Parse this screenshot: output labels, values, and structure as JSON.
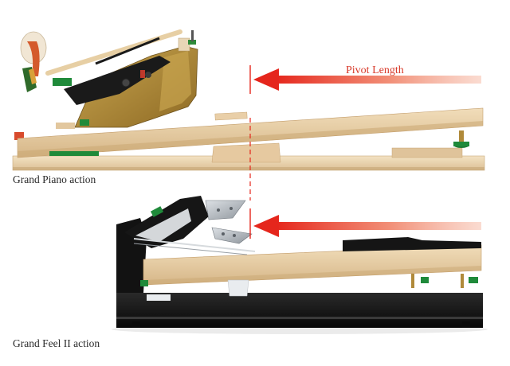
{
  "captions": {
    "grand_piano": "Grand Piano action",
    "grand_feel": "Grand Feel II action"
  },
  "arrow": {
    "label": "Pivot Length"
  },
  "colors": {
    "arrow_red": "#e5261c",
    "label_red": "#d83a2a",
    "wood_light": "#ecd7b3",
    "wood_mid": "#d9bd8f",
    "brass": "#b08a3a",
    "felt_green": "#1f8a3a",
    "plastic_black": "#151515",
    "metal_grey": "#b9bec4"
  }
}
